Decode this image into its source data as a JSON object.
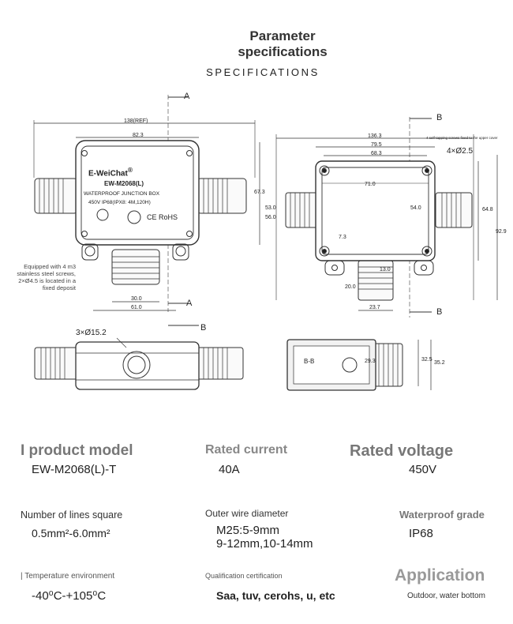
{
  "header": {
    "title_line1": "Parameter",
    "title_line2": "specifications",
    "subtitle": "SPECIFICATIONS"
  },
  "drawing": {
    "section_a": "A",
    "section_b": "B",
    "section_bb": "B-B",
    "brand": "E-WeiChat",
    "model_plate": "EW-M2068(L)",
    "plate_line2": "WATERPROOF JUNCTION BOX",
    "plate_line3": "450V   IP68(IPX8: 4M,120H)",
    "ce_rohs": "CE RoHS",
    "dims_front": [
      "138(REF)",
      "82.3",
      "67.3",
      "30.0",
      "61.0"
    ],
    "dims_top": [
      "136.3",
      "79.5",
      "68.3",
      "71.0",
      "54.0",
      "64.8",
      "92.9",
      "7.3",
      "13.0",
      "20.0",
      "23.7",
      "53.0",
      "56.0"
    ],
    "dim_holes": "4×Ø2.5",
    "dim_bottom_holes": "3×Ø15.2",
    "dims_side": [
      "32.5",
      "35.2",
      "29.3"
    ],
    "note_screws": "Equipped with 4 m3 stainless steel screws, 2×Ø4.5 is located in a fixed deposit",
    "note_small": "4 self-tapping screws fixed to the upper cover"
  },
  "specs": {
    "row1": [
      {
        "label": "I product model",
        "value": "EW-M2068(L)-T"
      },
      {
        "label": "Rated current",
        "value": "40A"
      },
      {
        "label": "Rated voltage",
        "value": "450V"
      }
    ],
    "row2": [
      {
        "label": "Number of lines square",
        "value": "0.5mm²-6.0mm²"
      },
      {
        "label": "Outer wire diameter",
        "value_line1": "M25:5-9mm",
        "value_line2": "9-12mm,10-14mm"
      },
      {
        "label": "Waterproof grade",
        "value": "IP68"
      }
    ],
    "row3": [
      {
        "label": "| Temperature environment",
        "value": "-40⁰C-+105⁰C"
      },
      {
        "label": "Qualification certification",
        "value": "Saa, tuv, cerohs, u, etc"
      },
      {
        "label": "Application",
        "value": "Outdoor, water bottom"
      }
    ]
  }
}
